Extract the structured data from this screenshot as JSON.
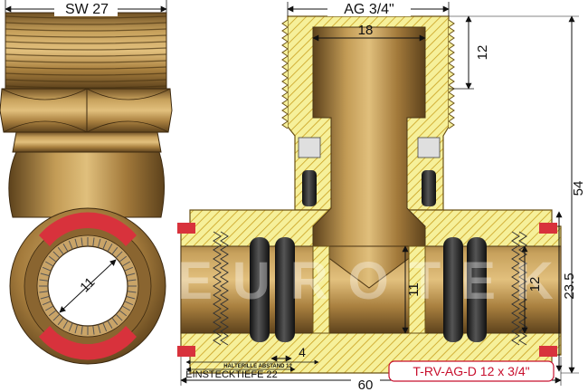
{
  "dimensions": {
    "wrench_size": "SW 27",
    "thread": "AG 3/4\"",
    "thread_bore": "18",
    "thread_length": "12",
    "total_height": "54",
    "outer_diameter": "23.5",
    "inner_diameter_section": "11",
    "pipe_diameter": "12",
    "inner_diameter_end": "11",
    "ring_distance": "4",
    "ring_distance_note": "HALTERILLE ABSTAND 12",
    "insertion_depth": "EINSTECKTIEFE 22",
    "total_length": "60"
  },
  "product_code": "T-RV-AG-D 12 x 3/4\"",
  "watermark": "EUROTEK",
  "colors": {
    "brass": "#b08a4a",
    "brass_dark": "#6f5024",
    "hatch_fill": "#f6f09a",
    "hatch_line": "#c9a020",
    "seal_red": "#d8323c",
    "oring": "#2a2a2a",
    "code_red": "#c8102e"
  }
}
